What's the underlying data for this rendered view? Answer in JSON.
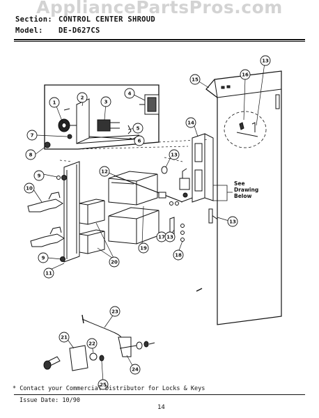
{
  "watermark": "AppliancePartsPros.com",
  "header": {
    "section_label": "Section:",
    "section_value": "CONTROL CENTER SHROUD",
    "model_label": "Model:",
    "model_value": "DE-D627CS"
  },
  "callouts": [
    "1",
    "2",
    "3",
    "4",
    "5",
    "6",
    "7",
    "8",
    "9",
    "10",
    "12",
    "13",
    "14",
    "15",
    "16",
    "13",
    "13",
    "17",
    "18",
    "19",
    "20",
    "9",
    "11",
    "13",
    "23",
    "21",
    "22",
    "24",
    "25"
  ],
  "note": [
    "See",
    "Drawing",
    "Below"
  ],
  "footer": {
    "footnote": "* Contact your Commercial Distributor for Locks & Keys",
    "issue_date": "Issue Date: 10/90",
    "page_number": "14"
  }
}
